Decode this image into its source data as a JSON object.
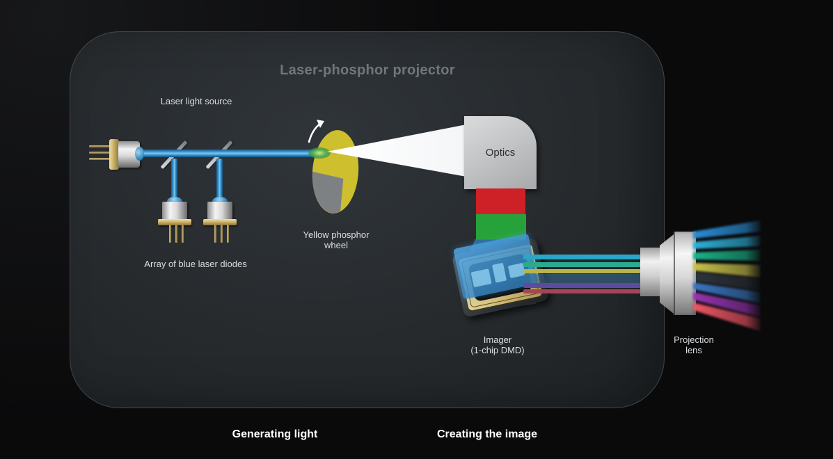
{
  "title": "Laser-phosphor projector",
  "labels": {
    "laser_light_source": "Laser light source",
    "array_of_diodes": "Array of blue laser diodes",
    "phosphor_wheel_line1": "Yellow phosphor",
    "phosphor_wheel_line2": "wheel",
    "optics": "Optics",
    "imager_line1": "Imager",
    "imager_line2": "(1-chip DMD)",
    "projection_lens_line1": "Projection",
    "projection_lens_line2": "lens"
  },
  "sections": {
    "generating_light": "Generating light",
    "creating_the_image": "Creating the image"
  },
  "colors": {
    "background": "#0a0a0b",
    "panel_bg": "#282c2f",
    "title_gray": "#70777c",
    "label_light": "#dcdfe1",
    "laser_beam": "#3f9bd8",
    "phosphor_yellow": "#cdbf2e",
    "wheel_gray": "#7e8184",
    "light_cone_white": "#ffffff",
    "red_segment": "#ce2127",
    "green_segment": "#27a23a",
    "beam_cyan": "#2ba6c8",
    "beam_teal": "#2aab8f",
    "beam_yellow": "#b7b54b",
    "beam_band_blue": "#3c6e96",
    "beam_purple": "#5d4b9f",
    "beam_red": "#a74459",
    "fan_blue": "#2a8ed6",
    "fan_cyan": "#2fb2da",
    "fan_teal": "#1fb388",
    "fan_yellow": "#c9c34c",
    "fan_gray_band": "#7a90a6",
    "fan_mid_blue": "#3a77c2",
    "fan_purple": "#9734b2",
    "fan_red": "#f05666"
  }
}
